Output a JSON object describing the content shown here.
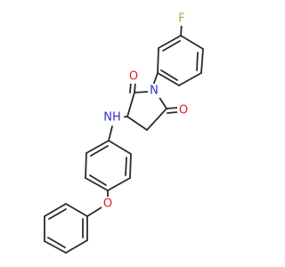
{
  "molecule": {
    "atoms": {
      "fluorine": "F",
      "imide_nitrogen": "N",
      "carbonyl_oxygen_top": "O",
      "carbonyl_oxygen_right": "O",
      "amine_nh": "NH",
      "ether_oxygen": "O"
    }
  },
  "colors": {
    "bond": "#2b2b2b",
    "fluorine": "#7fbf3f",
    "nitrogen": "#2f2fd0",
    "oxygen": "#e02020",
    "hydrogen": "#2f2fd0"
  }
}
